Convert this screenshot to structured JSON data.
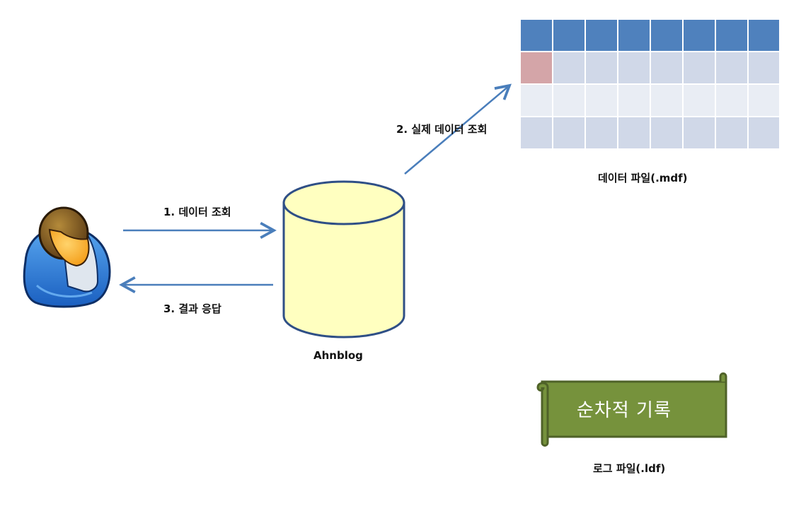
{
  "steps": {
    "query": "1. 데이터 조회",
    "real_query": "2. 실제 데이터 조회",
    "response": "3. 결과 응답"
  },
  "database": {
    "label": "Ahnblog"
  },
  "data_file": {
    "label": "데이터 파일(.mdf)",
    "columns": 8,
    "rows": 4,
    "header_color": "#4f81bd",
    "cell_color": "#d0d8e8",
    "cell_alt_color": "#e9edf4",
    "highlight_color": "#d4a5a8"
  },
  "log_file": {
    "banner_text": "순차적 기록",
    "label": "로그 파일(.ldf)",
    "banner_color": "#76923c"
  },
  "colors": {
    "arrow": "#4a7ebb",
    "cylinder_fill": "#ffffc0",
    "cylinder_stroke": "#2f4f86"
  }
}
